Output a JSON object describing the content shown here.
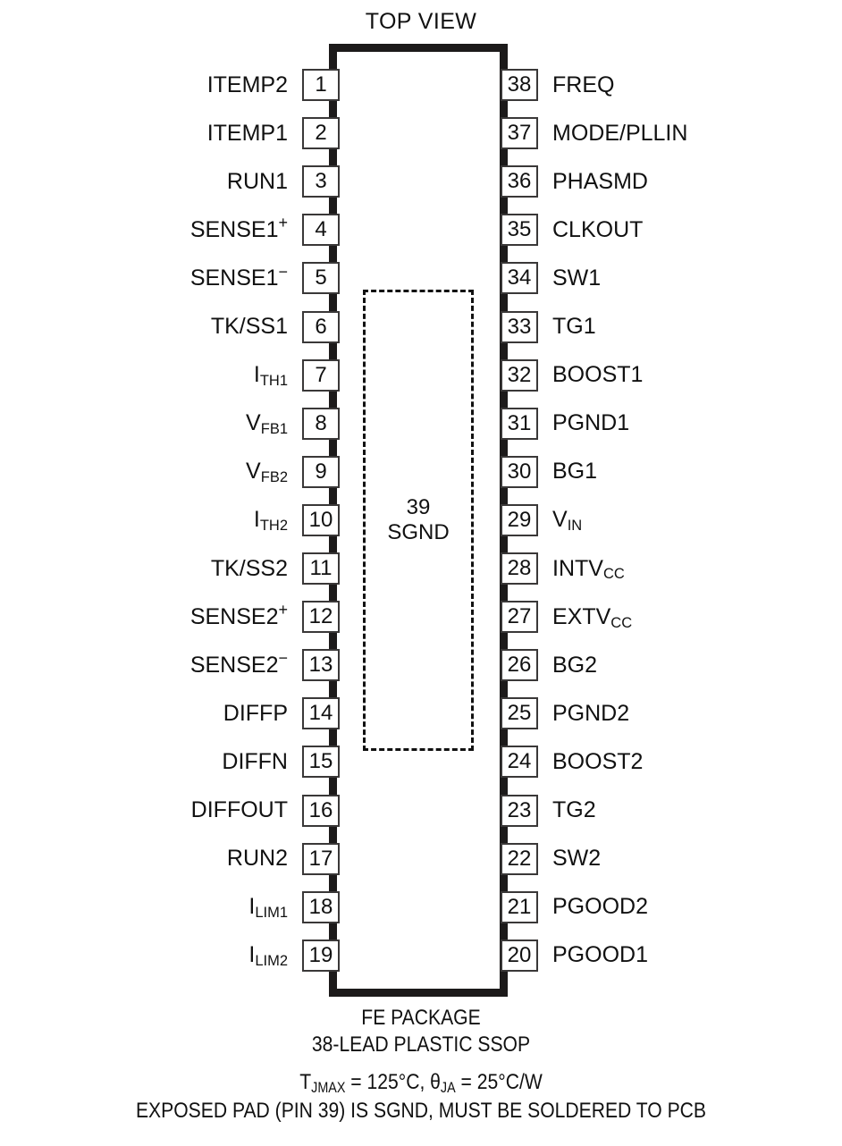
{
  "diagram": {
    "title": "TOP VIEW",
    "exposed_pad": {
      "pin_number": "39",
      "net_name": "SGND",
      "label": "39\nSGND"
    },
    "left_pins": [
      {
        "number": "1",
        "label": "ITEMP2"
      },
      {
        "number": "2",
        "label": "ITEMP1"
      },
      {
        "number": "3",
        "label": "RUN1"
      },
      {
        "number": "4",
        "label": "SENSE1+"
      },
      {
        "number": "5",
        "label": "SENSE1−"
      },
      {
        "number": "6",
        "label": "TK/SS1"
      },
      {
        "number": "7",
        "label": "ITH1"
      },
      {
        "number": "8",
        "label": "VFB1"
      },
      {
        "number": "9",
        "label": "VFB2"
      },
      {
        "number": "10",
        "label": "ITH2"
      },
      {
        "number": "11",
        "label": "TK/SS2"
      },
      {
        "number": "12",
        "label": "SENSE2+"
      },
      {
        "number": "13",
        "label": "SENSE2−"
      },
      {
        "number": "14",
        "label": "DIFFP"
      },
      {
        "number": "15",
        "label": "DIFFN"
      },
      {
        "number": "16",
        "label": "DIFFOUT"
      },
      {
        "number": "17",
        "label": "RUN2"
      },
      {
        "number": "18",
        "label": "ILIM1"
      },
      {
        "number": "19",
        "label": "ILIM2"
      }
    ],
    "right_pins": [
      {
        "number": "38",
        "label": "FREQ"
      },
      {
        "number": "37",
        "label": "MODE/PLLIN"
      },
      {
        "number": "36",
        "label": "PHASMD"
      },
      {
        "number": "35",
        "label": "CLKOUT"
      },
      {
        "number": "34",
        "label": "SW1"
      },
      {
        "number": "33",
        "label": "TG1"
      },
      {
        "number": "32",
        "label": "BOOST1"
      },
      {
        "number": "31",
        "label": "PGND1"
      },
      {
        "number": "30",
        "label": "BG1"
      },
      {
        "number": "29",
        "label": "VIN"
      },
      {
        "number": "28",
        "label": "INTVCC"
      },
      {
        "number": "27",
        "label": "EXTVCC"
      },
      {
        "number": "26",
        "label": "BG2"
      },
      {
        "number": "25",
        "label": "PGND2"
      },
      {
        "number": "24",
        "label": "BOOST2"
      },
      {
        "number": "23",
        "label": "TG2"
      },
      {
        "number": "22",
        "label": "SW2"
      },
      {
        "number": "21",
        "label": "PGOOD2"
      },
      {
        "number": "20",
        "label": "PGOOD1"
      }
    ]
  },
  "caption": {
    "package_name": "FE PACKAGE",
    "package_type": "38-LEAD PLASTIC SSOP",
    "thermal": "TJMAX = 125°C, θJA = 25°C/W",
    "thermal_tjmax_value": "125°C",
    "thermal_theta_ja_value": "25°C/W",
    "exposed_pad_note": "EXPOSED PAD (PIN 39) IS SGND, MUST BE SOLDERED TO PCB"
  },
  "colors": {
    "ink": "#111111",
    "body_outline": "#1c1a1a",
    "pin_box_outline": "#3a3838",
    "background": "#ffffff"
  }
}
